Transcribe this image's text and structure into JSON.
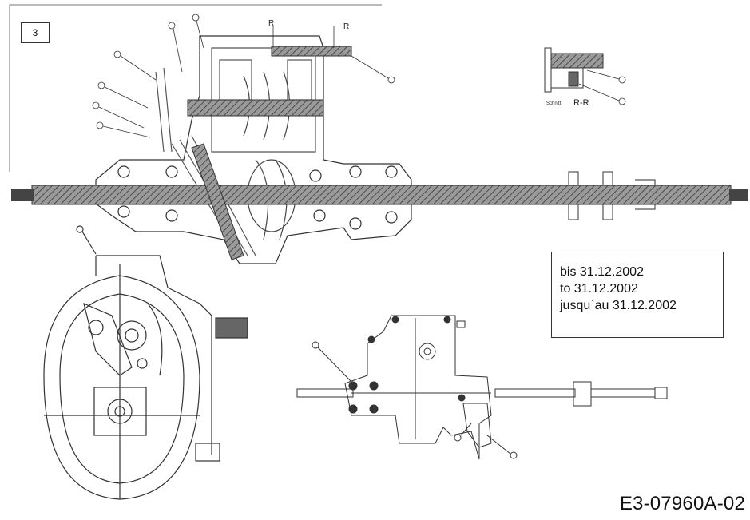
{
  "panel_number": "3",
  "date_box": {
    "line_de": "bis 31.12.2002",
    "line_en": "to 31.12.2002",
    "line_fr": "jusqu`au 31.12.2002"
  },
  "section_view": {
    "caption": "Schnitt",
    "id": "R-R",
    "cut_mark_left": "R",
    "cut_mark_right": "R"
  },
  "drawing_code": "E3-07960A-02",
  "colors": {
    "line": "#333333",
    "hatch": "#555555",
    "fill_gray": "#8c8c8c",
    "background": "#ffffff"
  }
}
